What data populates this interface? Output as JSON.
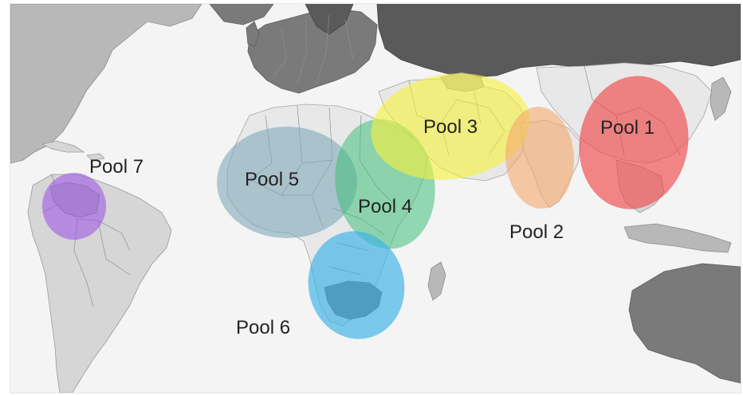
{
  "pools": [
    {
      "id": "pool-1",
      "label": "Pool 1",
      "color": "#f0484a"
    },
    {
      "id": "pool-2",
      "label": "Pool 2",
      "color": "#f4a96b"
    },
    {
      "id": "pool-3",
      "label": "Pool 3",
      "color": "#f7f23a"
    },
    {
      "id": "pool-4",
      "label": "Pool 4",
      "color": "#3fc07a"
    },
    {
      "id": "pool-5",
      "label": "Pool 5",
      "color": "#7fa8b8"
    },
    {
      "id": "pool-6",
      "label": "Pool 6",
      "color": "#39b2e8"
    },
    {
      "id": "pool-7",
      "label": "Pool 7",
      "color": "#9b4fe8"
    }
  ],
  "colors": {
    "ocean": "#f4f4f4",
    "land_light": "#d6d6d6",
    "land_dark": "#7a7a7a",
    "label_text": "#222222"
  }
}
